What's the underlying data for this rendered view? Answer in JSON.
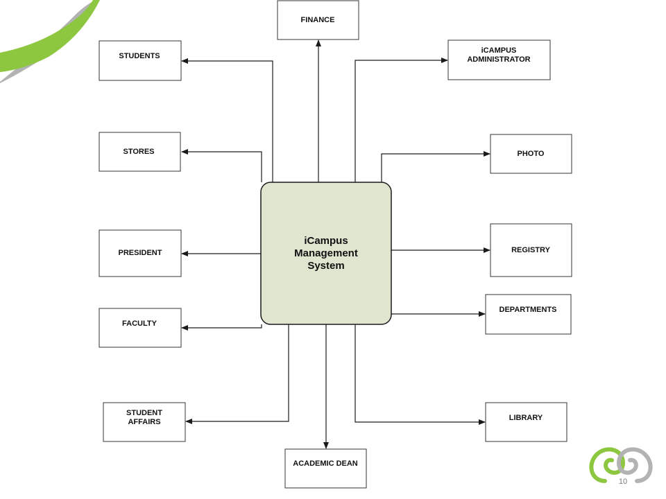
{
  "slide": {
    "page_number": "10",
    "colors": {
      "accent_green": "#8dc63f",
      "accent_grey": "#b3b3b3",
      "center_fill": "#dfe5cf",
      "line": "#1a1a1a"
    }
  },
  "diagram": {
    "center": {
      "lines": [
        "iCampus",
        "Management",
        "System"
      ]
    },
    "nodes": {
      "finance": [
        "FINANCE"
      ],
      "students": [
        "STUDENTS"
      ],
      "icampus_administrator": [
        "iCAMPUS",
        "ADMINISTRATOR"
      ],
      "stores": [
        "STORES"
      ],
      "photo": [
        "PHOTO"
      ],
      "president": [
        "PRESIDENT"
      ],
      "registry": [
        "REGISTRY"
      ],
      "faculty": [
        "FACULTY"
      ],
      "departments": [
        "DEPARTMENTS"
      ],
      "student_affairs": [
        "STUDENT",
        "AFFAIRS"
      ],
      "library": [
        "LIBRARY"
      ],
      "academic_dean": [
        "ACADEMIC DEAN"
      ]
    }
  }
}
